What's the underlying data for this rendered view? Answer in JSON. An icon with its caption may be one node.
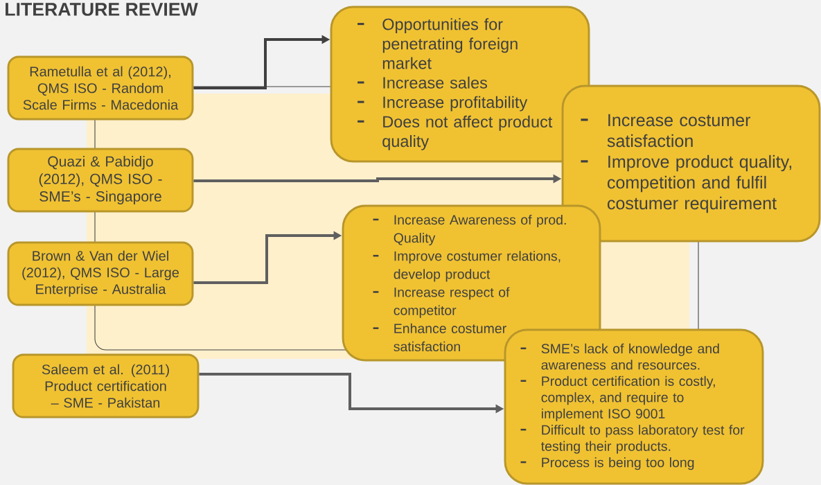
{
  "diagram": {
    "title": "LITERATURE REVIEW",
    "nodes": [
      {
        "text": [
          "Rametulla et al (2012), QMS ISO - Random Scale Firms - Macedonia"
        ]
      },
      {
        "text": [
          "Quazi & Pabidjo (2012), QMS ISO - SME’s - Singapore"
        ]
      },
      {
        "text": [
          "Brown & Van der Wiel (2012), QMS ISO - Large Enterprise - Australia"
        ]
      },
      {
        "text": [
          "Saleem et al. (2011) Product certification – SME - Pakistan"
        ]
      },
      {
        "text": [
          "Opportunities for penetrating foreign market",
          "Increase sales",
          "Increase profitability",
          "Does not affect product quality"
        ]
      },
      {
        "text": [
          "Increase costumer satisfaction",
          "Improve product quality, competition and fulfil costumer requirement"
        ]
      },
      {
        "text": [
          "Increase Awareness of prod. Quality",
          "Improve costumer relations, develop product",
          "Increase respect of competitor",
          "Enhance costumer satisfaction"
        ]
      },
      {
        "text": [
          "SME’s lack of knowledge and awareness and resources.",
          "Product certification is costly, complex, and require to implement ISO 9001",
          "Difficult to pass laboratory test for testing their products.",
          "Process is being too long"
        ]
      }
    ],
    "edges": [
      {
        "from": 0,
        "to": 4,
        "arrow": "to",
        "color": "#404040"
      },
      {
        "from": 1,
        "to": 5,
        "arrow": "to"
      },
      {
        "from": 2,
        "to": 6,
        "arrow": "to"
      },
      {
        "from": 3,
        "to": 7,
        "arrow": "to"
      }
    ]
  }
}
